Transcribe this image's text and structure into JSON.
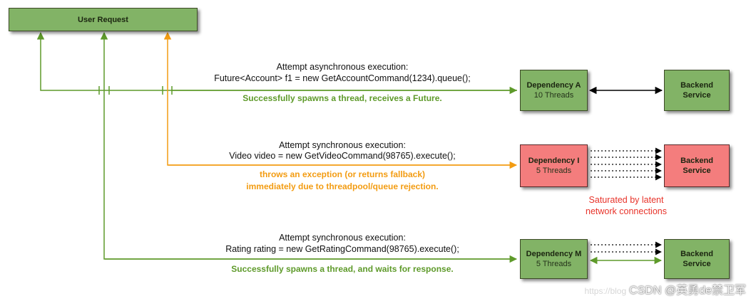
{
  "user_request": {
    "label": "User Request"
  },
  "flows": [
    {
      "attempt_line1": "Attempt asynchronous execution:",
      "attempt_line2": "Future<Account> f1 = new GetAccountCommand(1234).queue();",
      "result_lines": [
        "Successfully spawns a thread, receives a Future."
      ],
      "result_color": "#5e9a2a"
    },
    {
      "attempt_line1": "Attempt synchronous execution:",
      "attempt_line2": "Video video = new GetVideoCommand(98765).execute();",
      "result_lines": [
        "throws an exception (or returns fallback)",
        "immediately due to threadpool/queue rejection."
      ],
      "result_color": "#f39c12"
    },
    {
      "attempt_line1": "Attempt synchronous execution:",
      "attempt_line2": "Rating rating = new GetRatingCommand(98765).execute();",
      "result_lines": [
        "Successfully spawns a thread, and waits for response."
      ],
      "result_color": "#5e9a2a"
    }
  ],
  "dependencies": [
    {
      "name": "Dependency A",
      "threads": "10 Threads",
      "state": "healthy"
    },
    {
      "name": "Dependency I",
      "threads": "5 Threads",
      "state": "saturated"
    },
    {
      "name": "Dependency M",
      "threads": "5 Threads",
      "state": "healthy"
    }
  ],
  "backends": [
    {
      "line1": "Backend",
      "line2": "Service"
    },
    {
      "line1": "Backend",
      "line2": "Service"
    },
    {
      "line1": "Backend",
      "line2": "Service"
    }
  ],
  "saturation_note": {
    "line1": "Saturated by latent",
    "line2": "network connections"
  },
  "watermark": {
    "url": "https://blog",
    "text": "CSDN @英勇de禁卫军"
  },
  "colors": {
    "green_line": "#5e9a2a",
    "orange_line": "#f39c12",
    "box_green": "#82b366",
    "box_red": "#f47d7d",
    "note_red": "#e8332a"
  }
}
